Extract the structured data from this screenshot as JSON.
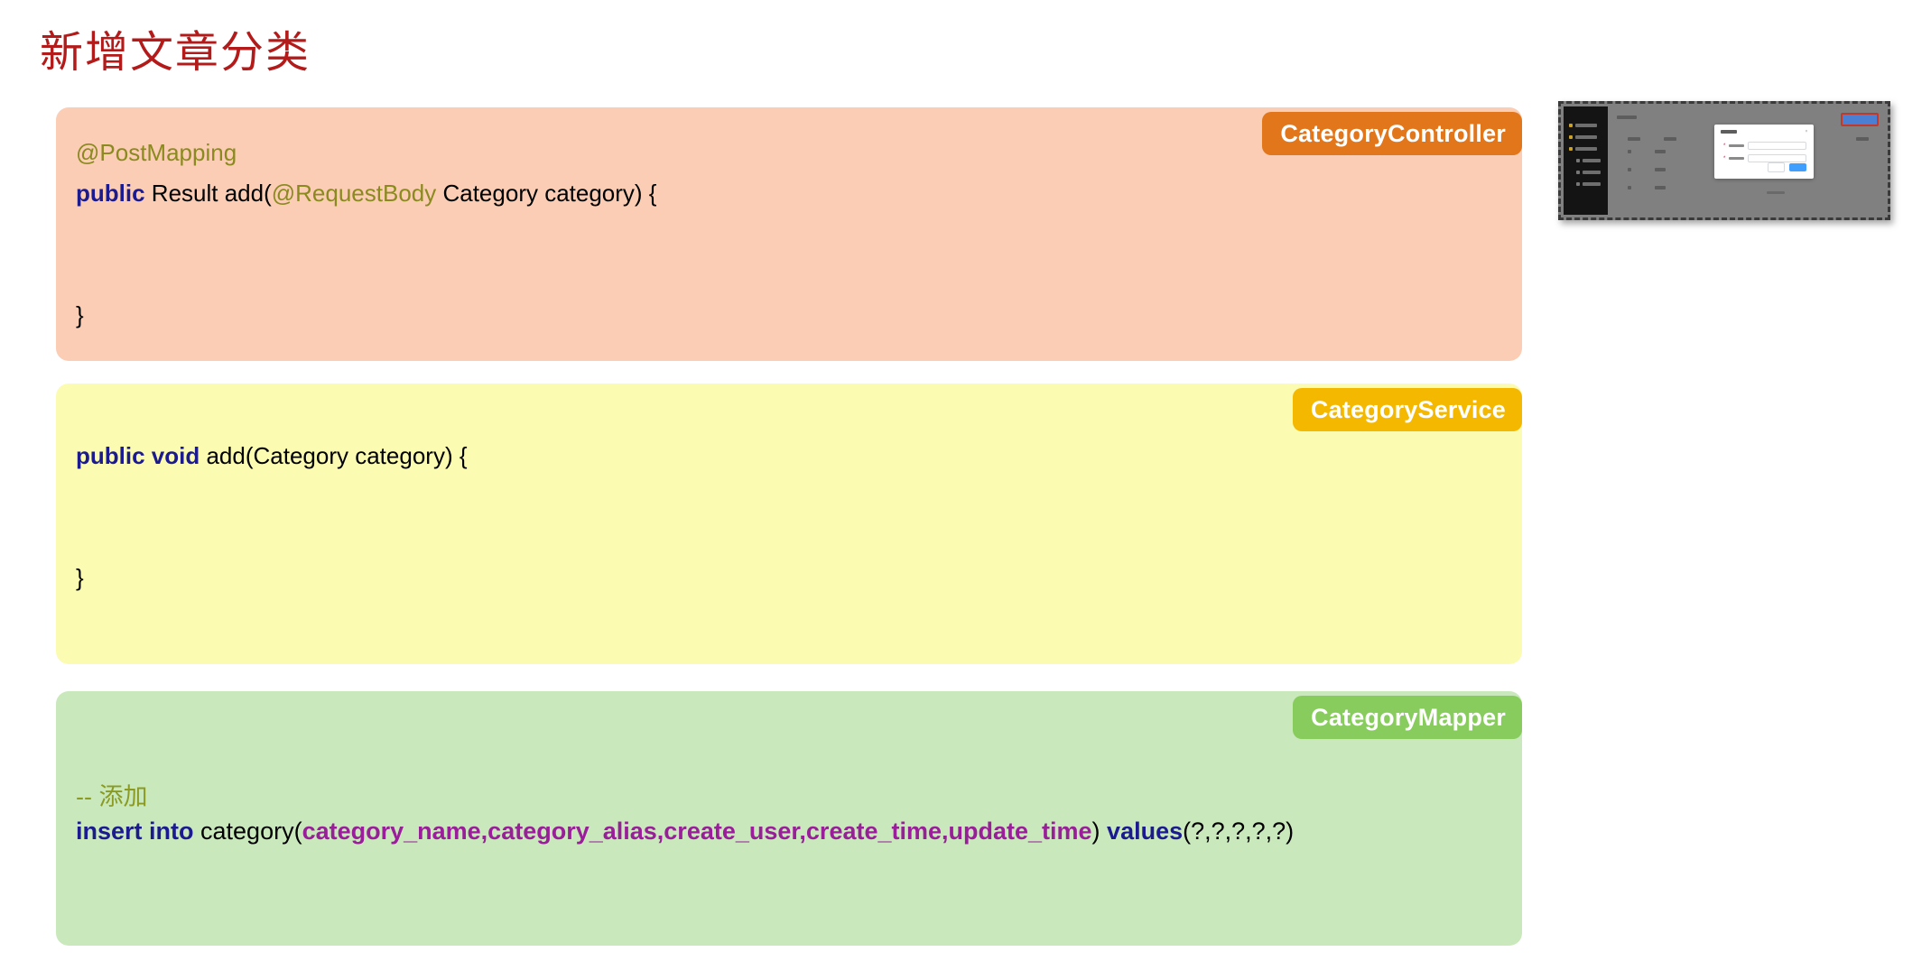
{
  "page": {
    "title": "新增文章分类"
  },
  "colors": {
    "title": "#b31b1b",
    "controller_bg": "#fbcdb4",
    "controller_badge": "#e2761b",
    "service_bg": "#fbfcb2",
    "service_badge": "#f5b800",
    "mapper_bg": "#c9e9bc",
    "mapper_badge": "#87cc5c",
    "keyword": "#1b1b8f",
    "annotation": "#8a8a1f",
    "comment": "#8a9a23",
    "column": "#9a1d9a"
  },
  "blocks": {
    "controller": {
      "badge": "CategoryController",
      "line1_annotation": "@PostMapping",
      "line2_keyword": "public",
      "line2_mid": " Result add(",
      "line2_annotation": "@RequestBody",
      "line2_tail": " Category category) {",
      "closing_brace": "}"
    },
    "service": {
      "badge": "CategoryService",
      "line1_keyword": "public void",
      "line1_tail": " add(Category category) {",
      "closing_brace": "}"
    },
    "mapper": {
      "badge": "CategoryMapper",
      "comment": "-- 添加",
      "sql_keyword1": "insert into",
      "sql_table": " category(",
      "sql_columns": "category_name,category_alias,create_user,create_time,update_time",
      "sql_close_paren": ") ",
      "sql_keyword2": "values",
      "sql_params": "(?,?,?,?,?)"
    }
  },
  "thumbnail": {
    "name": "article-category-page-preview"
  }
}
